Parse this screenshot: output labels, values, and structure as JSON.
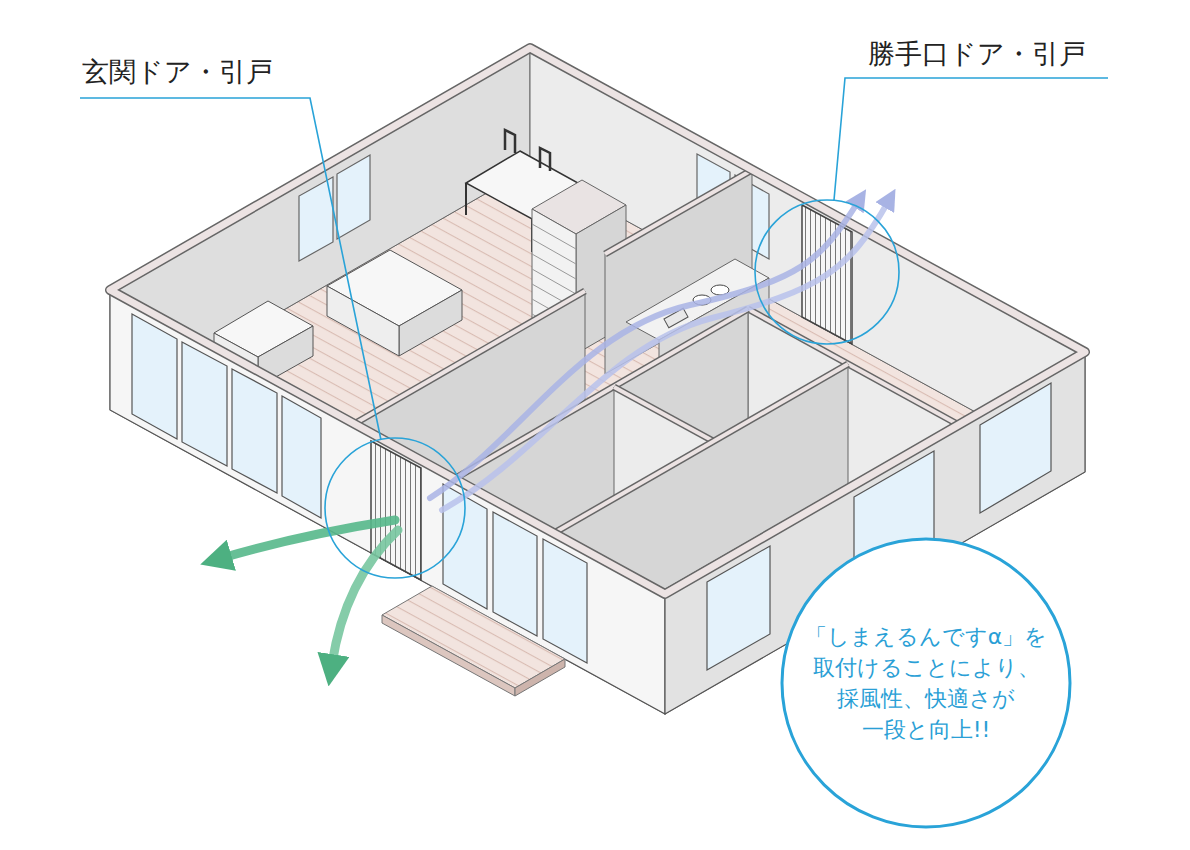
{
  "diagram": {
    "nodes": [
      {
        "text": [
          "「しまえるんですα」を 取付けることにより、 採風性、快適さが 一段と向上!!"
        ]
      }
    ],
    "labels": [
      "玄関ドア・引戸",
      "勝手口ドア・引戸"
    ]
  }
}
